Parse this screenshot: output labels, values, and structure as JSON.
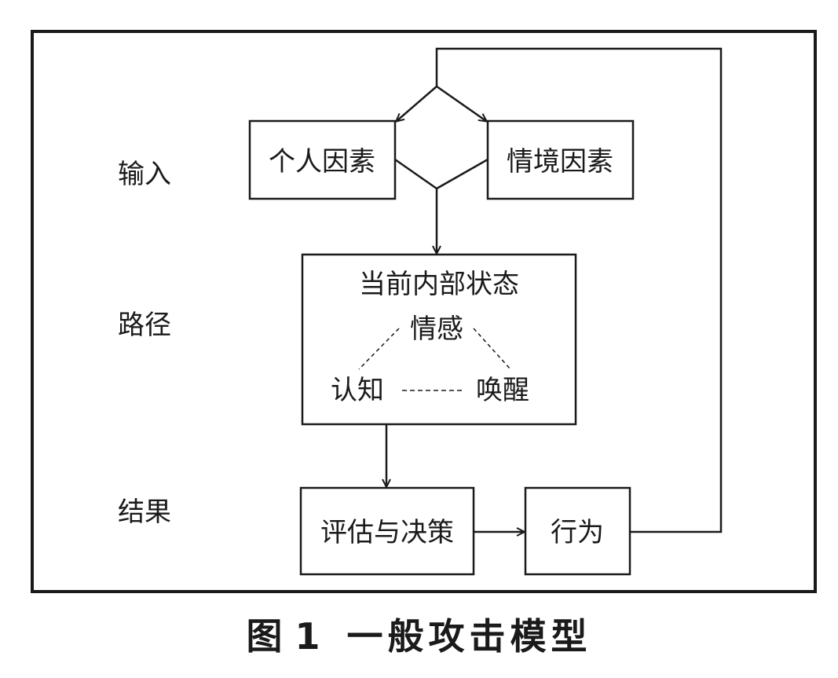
{
  "rows": {
    "input": "输入",
    "path": "路径",
    "result": "结果"
  },
  "nodes": {
    "personal_factors": "个人因素",
    "situational_factors": "情境因素",
    "internal_state": {
      "title": "当前内部状态",
      "affect": "情感",
      "cognition": "认知",
      "arousal": "唤醒"
    },
    "evaluation_decision": "评估与决策",
    "behavior": "行为"
  },
  "caption": {
    "prefix": "图",
    "number": "1",
    "title": "一般攻击模型"
  }
}
